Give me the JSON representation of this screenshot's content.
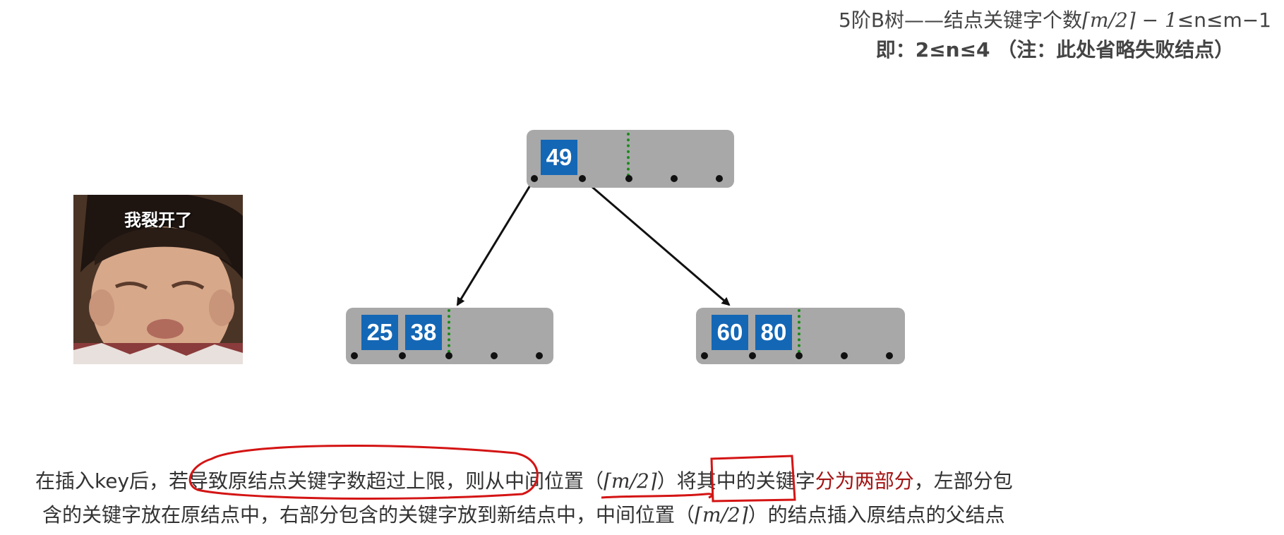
{
  "header": {
    "line1_prefix": "5阶B树——结点关键字个数",
    "line1_math": "⌈m/2⌉ − 1",
    "line1_suffix": "≤n≤m−1",
    "line2": "即：2≤n≤4 （注：此处省略失败结点）"
  },
  "tree": {
    "root": {
      "keys": [
        "49"
      ]
    },
    "left_child": {
      "keys": [
        "25",
        "38"
      ]
    },
    "right_child": {
      "keys": [
        "60",
        "80"
      ]
    }
  },
  "meme": {
    "caption": "我裂开了"
  },
  "footer": {
    "p1": "在插入key后，",
    "p2": "若导致原结点关键字数超过上限",
    "p3": "，则从",
    "p4": "中间位置",
    "p5": "（",
    "p6": "⌈m/2⌉",
    "p7": "）将其中的关键字",
    "p8": "分为两部分",
    "p9": "，左部分包",
    "line2_a": "含的关键字放在原结点中，右部分包含的关键字放到新结点中，中间位置（",
    "line2_math": "⌈m/2⌉",
    "line2_b": "）的结点插入原结点的父结点"
  },
  "colors": {
    "key_fill": "#1467b5",
    "node_fill": "#a8a8a8",
    "highlight": "#a51313",
    "annotation": "#d41414"
  }
}
